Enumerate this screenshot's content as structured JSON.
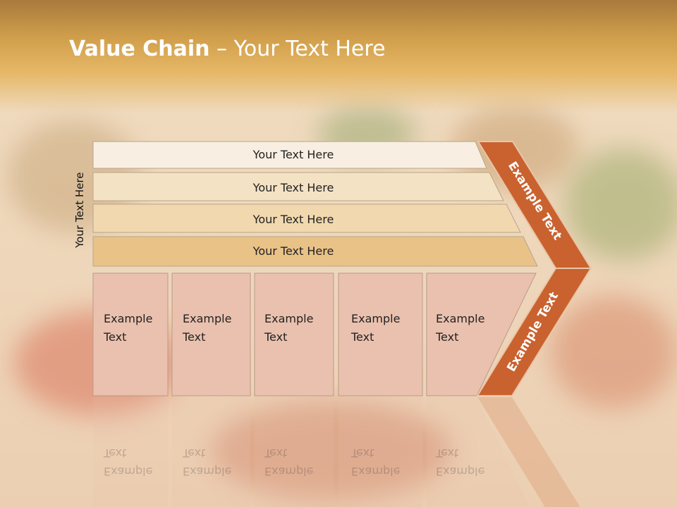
{
  "title": {
    "bold": "Value Chain",
    "rest": " – Your Text Here"
  },
  "side_label": "Your Text Here",
  "rows": [
    {
      "label": "Your Text Here",
      "color": "#f8efe2"
    },
    {
      "label": "Your Text Here",
      "color": "#f4e2c4"
    },
    {
      "label": "Your Text Here",
      "color": "#f1d8ae"
    },
    {
      "label": "Your Text Here",
      "color": "#e9c288"
    }
  ],
  "boxes": [
    {
      "line1": "Example",
      "line2": "Text"
    },
    {
      "line1": "Example",
      "line2": "Text"
    },
    {
      "line1": "Example",
      "line2": "Text"
    },
    {
      "line1": "Example",
      "line2": "Text"
    },
    {
      "line1": "Example",
      "line2": "Text"
    }
  ],
  "arrow_top_label": "Example Text",
  "arrow_bottom_label": "Example Text",
  "colors": {
    "accent": "#c9622f",
    "box": "#eac1ae",
    "box_border": "#b99a88"
  }
}
